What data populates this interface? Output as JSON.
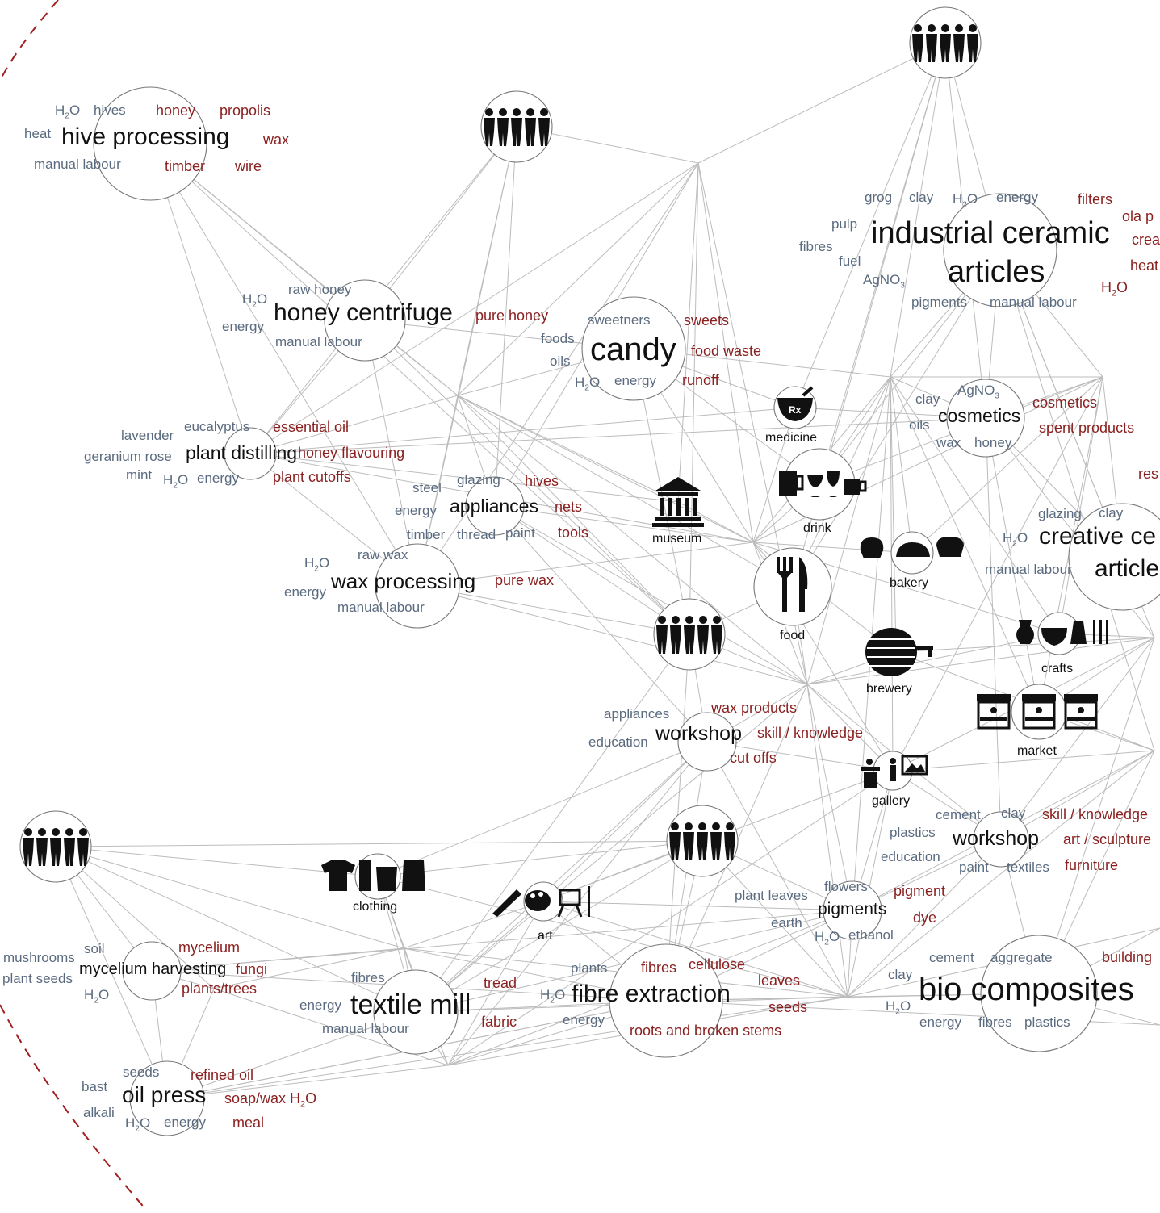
{
  "diagram": {
    "boundary_color": "#a01e1e",
    "edge_color": "#bcbcbc",
    "input_color": "#5b6b7f",
    "output_color": "#8a1f1f"
  },
  "processes": {
    "hive_processing": {
      "name": "hive processing",
      "inputs": [
        "H2O",
        "hives",
        "heat",
        "manual labour"
      ],
      "outputs": [
        "honey",
        "propolis",
        "wax",
        "timber",
        "wire"
      ]
    },
    "honey_centrifuge": {
      "name": "honey centrifuge",
      "inputs": [
        "raw honey",
        "H2O",
        "energy",
        "manual labour"
      ],
      "outputs": [
        "pure honey"
      ]
    },
    "plant_distilling": {
      "name": "plant distilling",
      "inputs": [
        "eucalyptus",
        "lavender",
        "geranium rose",
        "mint",
        "H2O",
        "energy"
      ],
      "outputs": [
        "essential oil",
        "honey flavouring",
        "plant cutoffs"
      ]
    },
    "appliances": {
      "name": "appliances",
      "inputs": [
        "glazing",
        "steel",
        "energy",
        "timber",
        "thread",
        "paint"
      ],
      "outputs": [
        "hives",
        "nets",
        "tools"
      ]
    },
    "wax_processing": {
      "name": "wax processing",
      "inputs": [
        "raw wax",
        "H2O",
        "energy",
        "manual labour"
      ],
      "outputs": [
        "pure wax"
      ]
    },
    "candy": {
      "name": "candy",
      "inputs": [
        "sweetners",
        "foods",
        "oils",
        "H2O",
        "energy"
      ],
      "outputs": [
        "sweets",
        "food waste",
        "runoff"
      ]
    },
    "industrial_ceramic": {
      "name_line1": "industrial ceramic",
      "name_line2": "articles",
      "inputs": [
        "grog",
        "clay",
        "H2O",
        "energy",
        "pulp",
        "fibres",
        "fuel",
        "AgNO3",
        "pigments",
        "manual labour"
      ],
      "outputs": [
        "filters",
        "ola p",
        "crea",
        "heat",
        "H2O"
      ]
    },
    "cosmetics": {
      "name": "cosmetics",
      "inputs": [
        "clay",
        "AgNO3",
        "oils",
        "wax",
        "honey"
      ],
      "outputs": [
        "cosmetics",
        "spent products",
        "res"
      ]
    },
    "creative_ceramic": {
      "name_line1": "creative ce",
      "name_line2": "article",
      "inputs": [
        "glazing",
        "clay",
        "H2O",
        "manual labour"
      ]
    },
    "workshop_1": {
      "name": "workshop",
      "inputs": [
        "appliances",
        "education"
      ],
      "outputs": [
        "wax products",
        "skill / knowledge",
        "cut offs"
      ]
    },
    "workshop_2": {
      "name": "workshop",
      "inputs": [
        "cement",
        "clay",
        "plastics",
        "education",
        "paint",
        "textiles"
      ],
      "outputs": [
        "skill / knowledge",
        "art / sculpture",
        "furniture"
      ]
    },
    "pigments": {
      "name": "pigments",
      "inputs": [
        "flowers",
        "plant leaves",
        "earth",
        "H2O",
        "ethanol"
      ],
      "outputs": [
        "pigment",
        "dye"
      ]
    },
    "mycelium": {
      "name": "mycelium harvesting",
      "inputs": [
        "soil",
        "mushrooms",
        "plant seeds",
        "H2O"
      ],
      "outputs": [
        "mycelium",
        "fungi",
        "plants/trees"
      ]
    },
    "textile_mill": {
      "name": "textile mill",
      "inputs": [
        "fibres",
        "energy",
        "manual labour"
      ],
      "outputs": [
        "tread",
        "fabric"
      ]
    },
    "fibre_extraction": {
      "name": "fibre extraction",
      "inputs": [
        "plants",
        "H2O",
        "energy"
      ],
      "outputs": [
        "fibres",
        "cellulose",
        "leaves",
        "seeds",
        "roots and broken stems"
      ]
    },
    "bio_composites": {
      "name": "bio composites",
      "inputs": [
        "cement",
        "aggregate",
        "clay",
        "H2O",
        "energy",
        "fibres",
        "plastics"
      ],
      "outputs": [
        "building"
      ]
    },
    "oil_press": {
      "name": "oil press",
      "inputs": [
        "seeds",
        "bast",
        "alkali",
        "H2O",
        "energy"
      ],
      "outputs": [
        "refined oil",
        "soap/wax H2O",
        "meal"
      ]
    }
  },
  "destinations": [
    "medicine",
    "drink",
    "bakery",
    "museum",
    "food",
    "brewery",
    "crafts",
    "market",
    "gallery",
    "clothing",
    "art"
  ]
}
